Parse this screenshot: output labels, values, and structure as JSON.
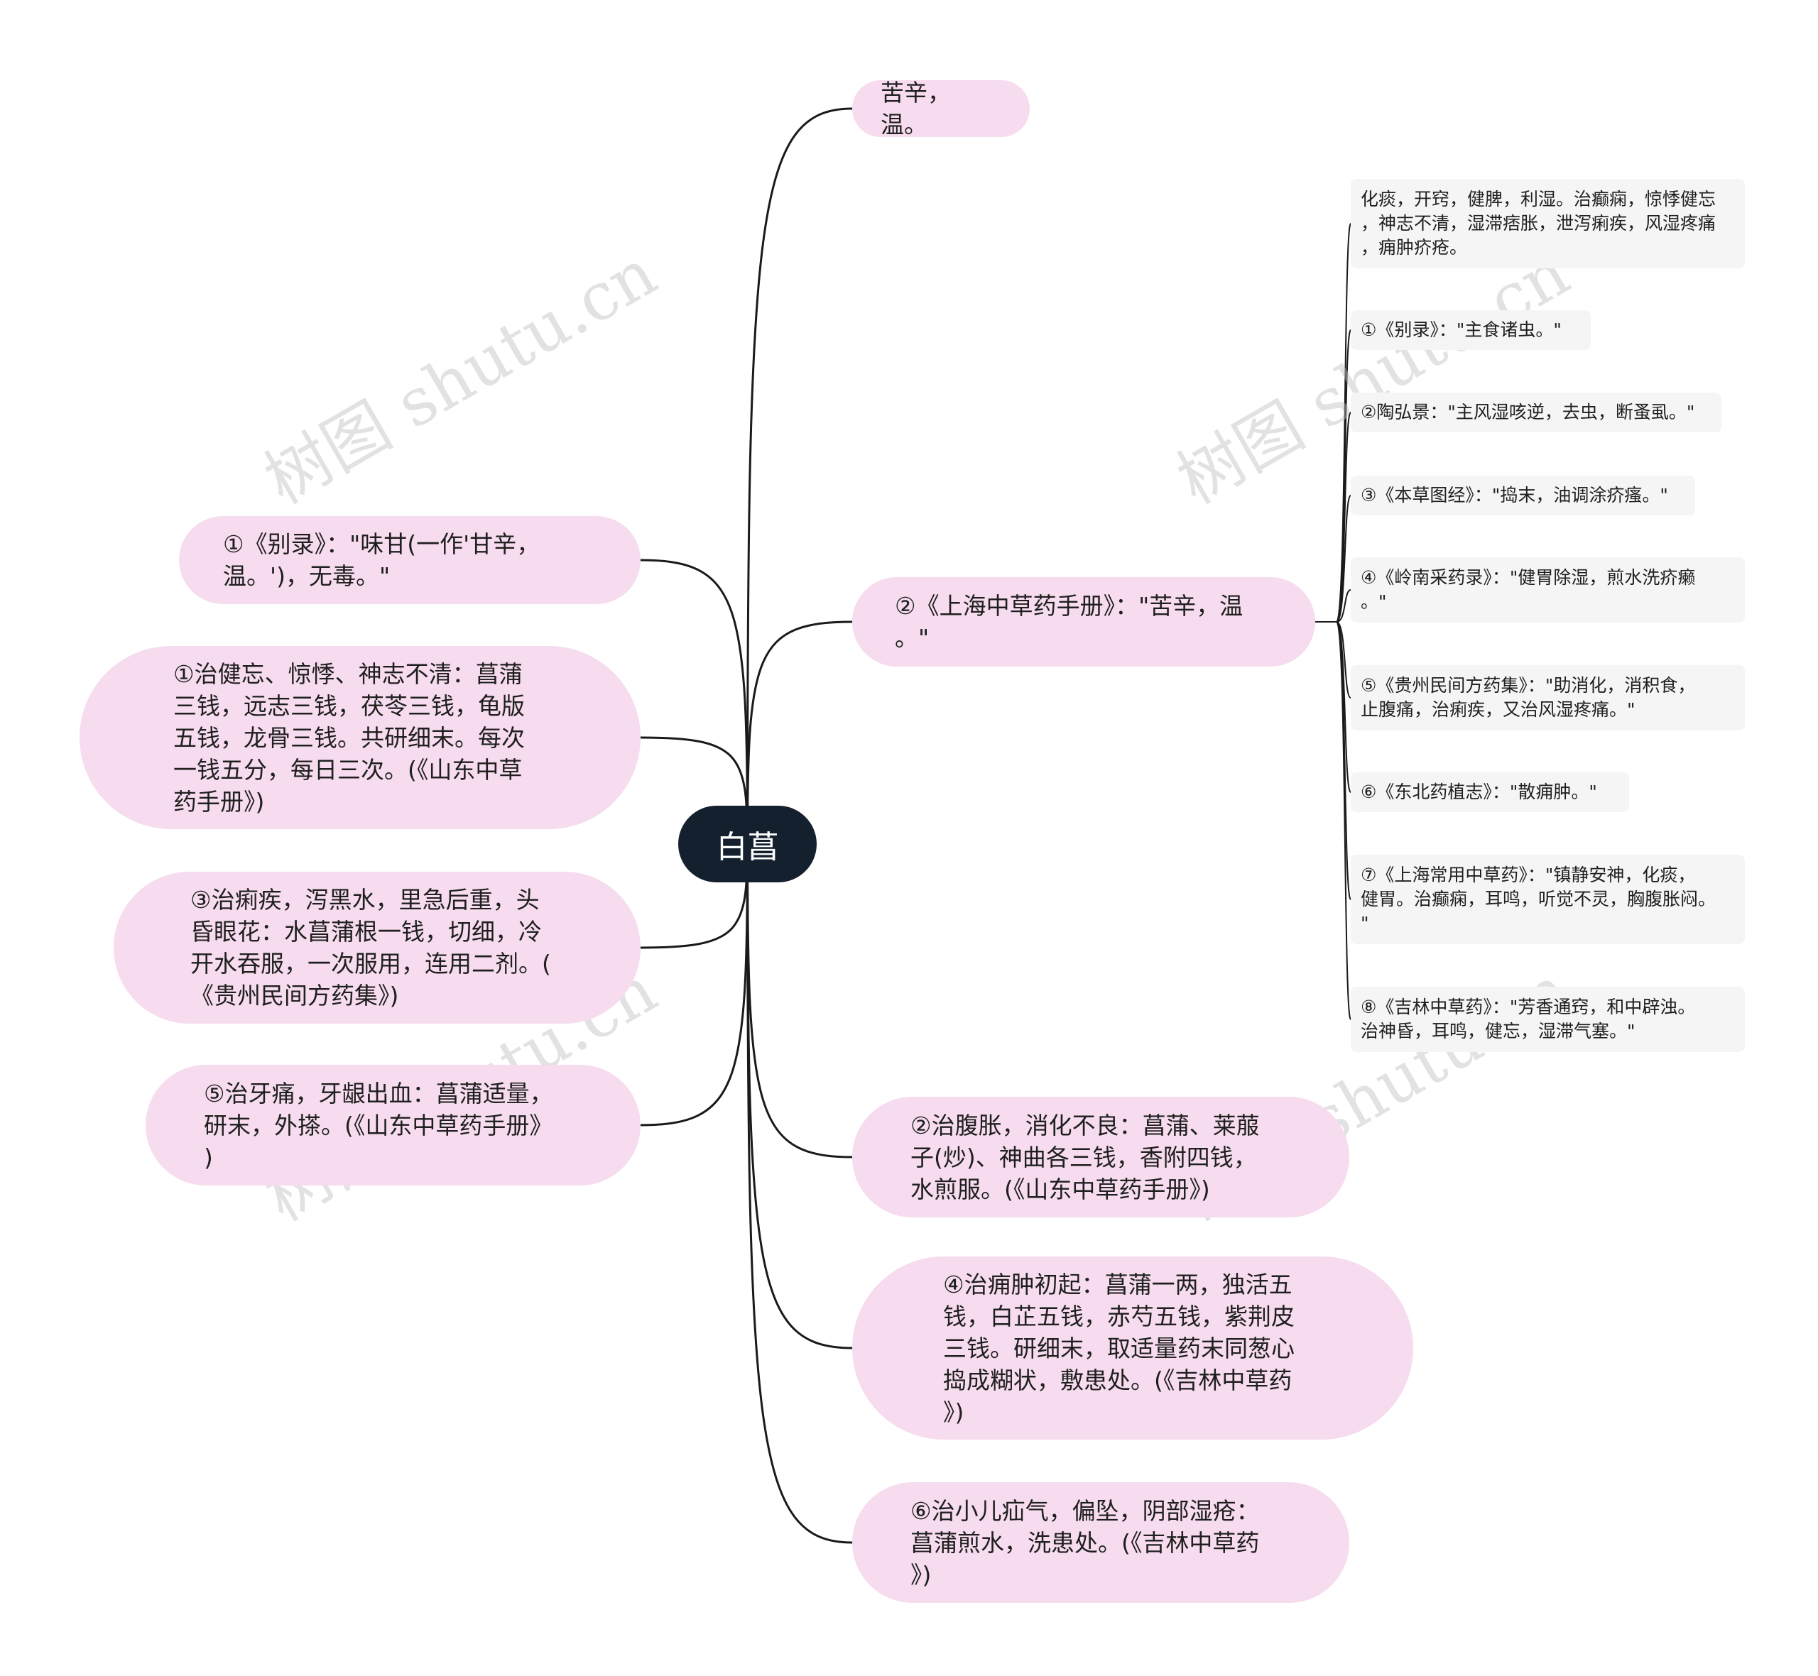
{
  "root": {
    "label": "白菖"
  },
  "left_nodes": [
    {
      "id": "l1",
      "text": "①《别录》：\"味甘(一作'甘辛，\n温。')，无毒。\""
    },
    {
      "id": "l2",
      "text": "①治健忘、惊悸、神志不清：菖蒲\n三钱，远志三钱，茯苓三钱，龟版\n五钱，龙骨三钱。共研细末。每次\n一钱五分，每日三次。(《山东中草\n药手册》)"
    },
    {
      "id": "l3",
      "text": "③治痢疾，泻黑水，里急后重，头\n昏眼花：水菖蒲根一钱，切细，冷\n开水吞服，一次服用，连用二剂。(\n《贵州民间方药集》)"
    },
    {
      "id": "l4",
      "text": "⑤治牙痛，牙龈出血：菖蒲适量，\n研末，外搽。(《山东中草药手册》\n)"
    }
  ],
  "right_nodes": [
    {
      "id": "r1",
      "text": "苦辛，温。"
    },
    {
      "id": "r2",
      "text": "②《上海中草药手册》：\"苦辛，温\n。\""
    },
    {
      "id": "r3",
      "text": "②治腹胀，消化不良：菖蒲、莱菔\n子(炒)、神曲各三钱，香附四钱，\n水煎服。(《山东中草药手册》)"
    },
    {
      "id": "r4",
      "text": "④治痈肿初起：菖蒲一两，独活五\n钱，白芷五钱，赤芍五钱，紫荆皮\n三钱。研细末，取适量药末同葱心\n捣成糊状，敷患处。(《吉林中草药\n》)"
    },
    {
      "id": "r5",
      "text": "⑥治小儿疝气，偏坠，阴部湿疮：\n菖蒲煎水，洗患处。(《吉林中草药\n》)"
    }
  ],
  "leaf_nodes": [
    {
      "id": "f0",
      "text": "化痰，开窍，健脾，利湿。治癫痫，惊悸健忘\n，神志不清，湿滞痞胀，泄泻痢疾，风湿疼痛\n，痈肿疥疮。"
    },
    {
      "id": "f1",
      "text": "①《别录》：\"主食诸虫。\""
    },
    {
      "id": "f2",
      "text": "②陶弘景：\"主风湿咳逆，去虫，断蚤虱。\""
    },
    {
      "id": "f3",
      "text": "③《本草图经》：\"捣末，油调涂疥瘙。\""
    },
    {
      "id": "f4",
      "text": "④《岭南采药录》：\"健胃除湿，煎水洗疥癞\n。\""
    },
    {
      "id": "f5",
      "text": "⑤《贵州民间方药集》：\"助消化，消积食，\n止腹痛，治痢疾，又治风湿疼痛。\""
    },
    {
      "id": "f6",
      "text": "⑥《东北药植志》：\"散痈肿。\""
    },
    {
      "id": "f7",
      "text": "⑦《上海常用中草药》：\"镇静安神，化痰，\n健胃。治癫痫，耳鸣，听觉不灵，胸腹胀闷。\n\""
    },
    {
      "id": "f8",
      "text": "⑧《吉林中草药》：\"芳香通窍，和中辟浊。\n治神昏，耳鸣，健忘，湿滞气塞。\""
    }
  ],
  "watermark": "树图 shutu.cn",
  "colors": {
    "root_bg": "#15202e",
    "pill_bg": "#f6dcee",
    "leaf_bg": "#f5f5f5",
    "line": "#1a1a1a"
  }
}
